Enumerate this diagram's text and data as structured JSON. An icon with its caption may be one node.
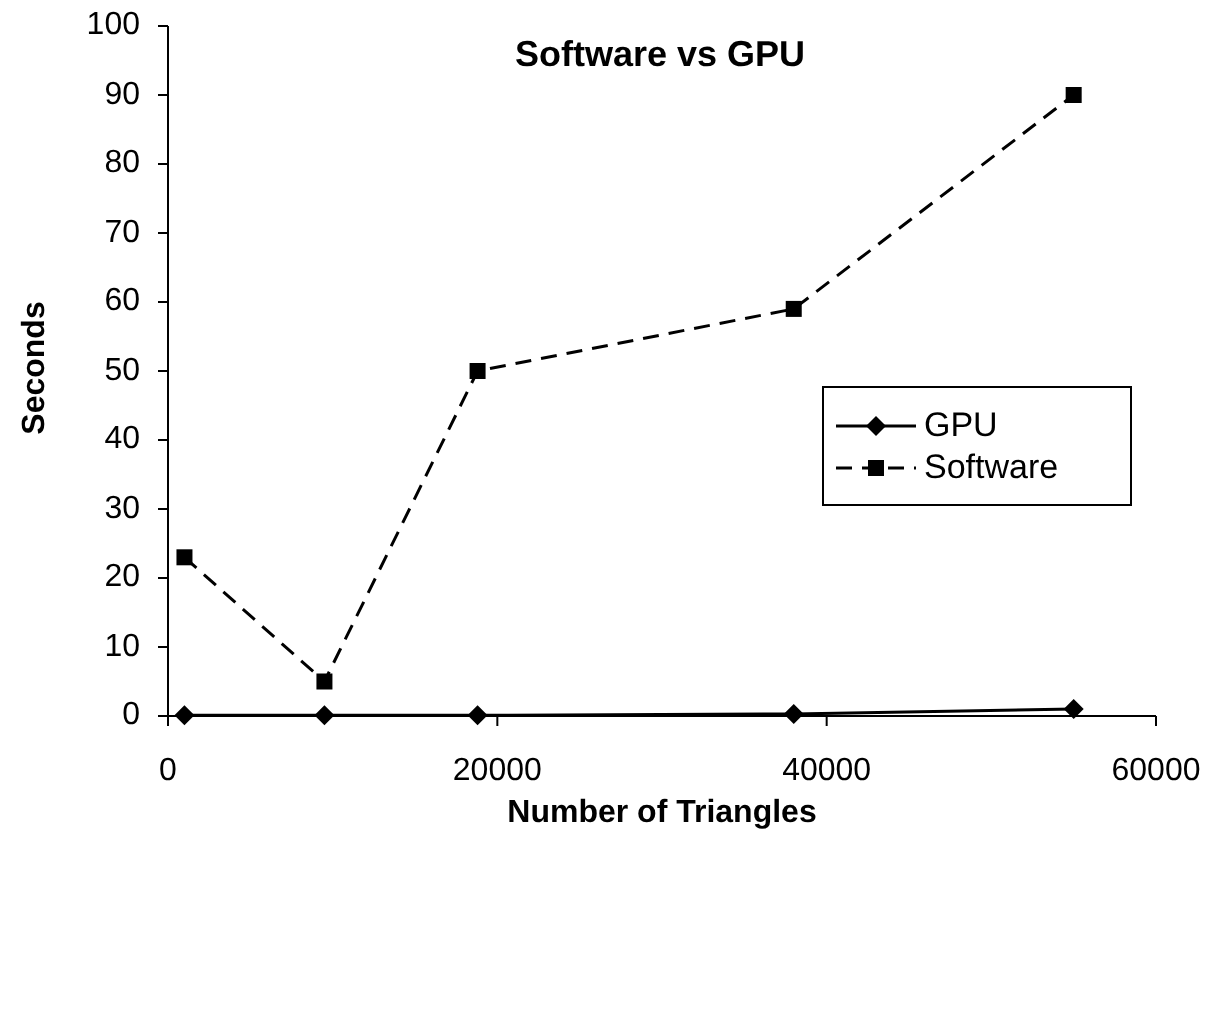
{
  "diagram": {
    "chart_data": {
      "type": "line",
      "title": "Software vs GPU",
      "xlabel": "Number of Triangles",
      "ylabel": "Seconds",
      "x": [
        1000,
        9500,
        18800,
        38000,
        55000
      ],
      "series": [
        {
          "name": "GPU",
          "color": "#000000",
          "marker": "diamond",
          "line_style": "solid",
          "values": [
            0.1,
            0.1,
            0.1,
            0.3,
            1
          ]
        },
        {
          "name": "Software",
          "color": "#000000",
          "marker": "square",
          "line_style": "dashed",
          "values": [
            23,
            5,
            50,
            59,
            90
          ]
        }
      ],
      "legend": "right",
      "xlim": [
        0,
        60000
      ],
      "ylim": [
        0,
        100
      ],
      "xticks": [
        0,
        20000,
        40000,
        60000
      ],
      "yticks": [
        0,
        10,
        20,
        30,
        40,
        50,
        60,
        70,
        80,
        90,
        100
      ]
    }
  }
}
